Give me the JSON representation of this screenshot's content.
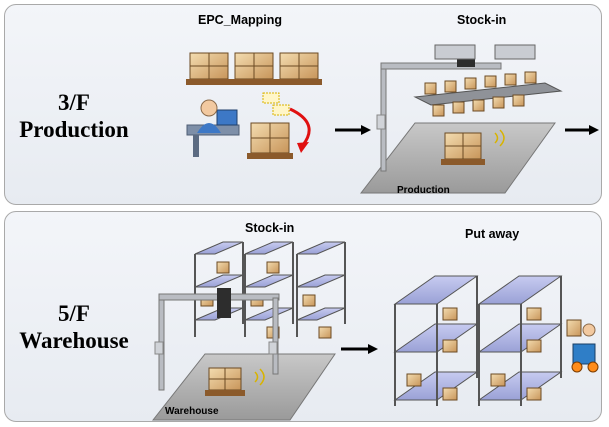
{
  "panels": [
    {
      "floor_line1": "3/F",
      "floor_line2": "Production",
      "step1_label": "EPC_Mapping",
      "step2_label": "Stock-in",
      "area_label": "Production"
    },
    {
      "floor_line1": "5/F",
      "floor_line2": "Warehouse",
      "step1_label": "Stock-in",
      "step2_label": "Put away",
      "area_label": "Warehouse"
    }
  ]
}
